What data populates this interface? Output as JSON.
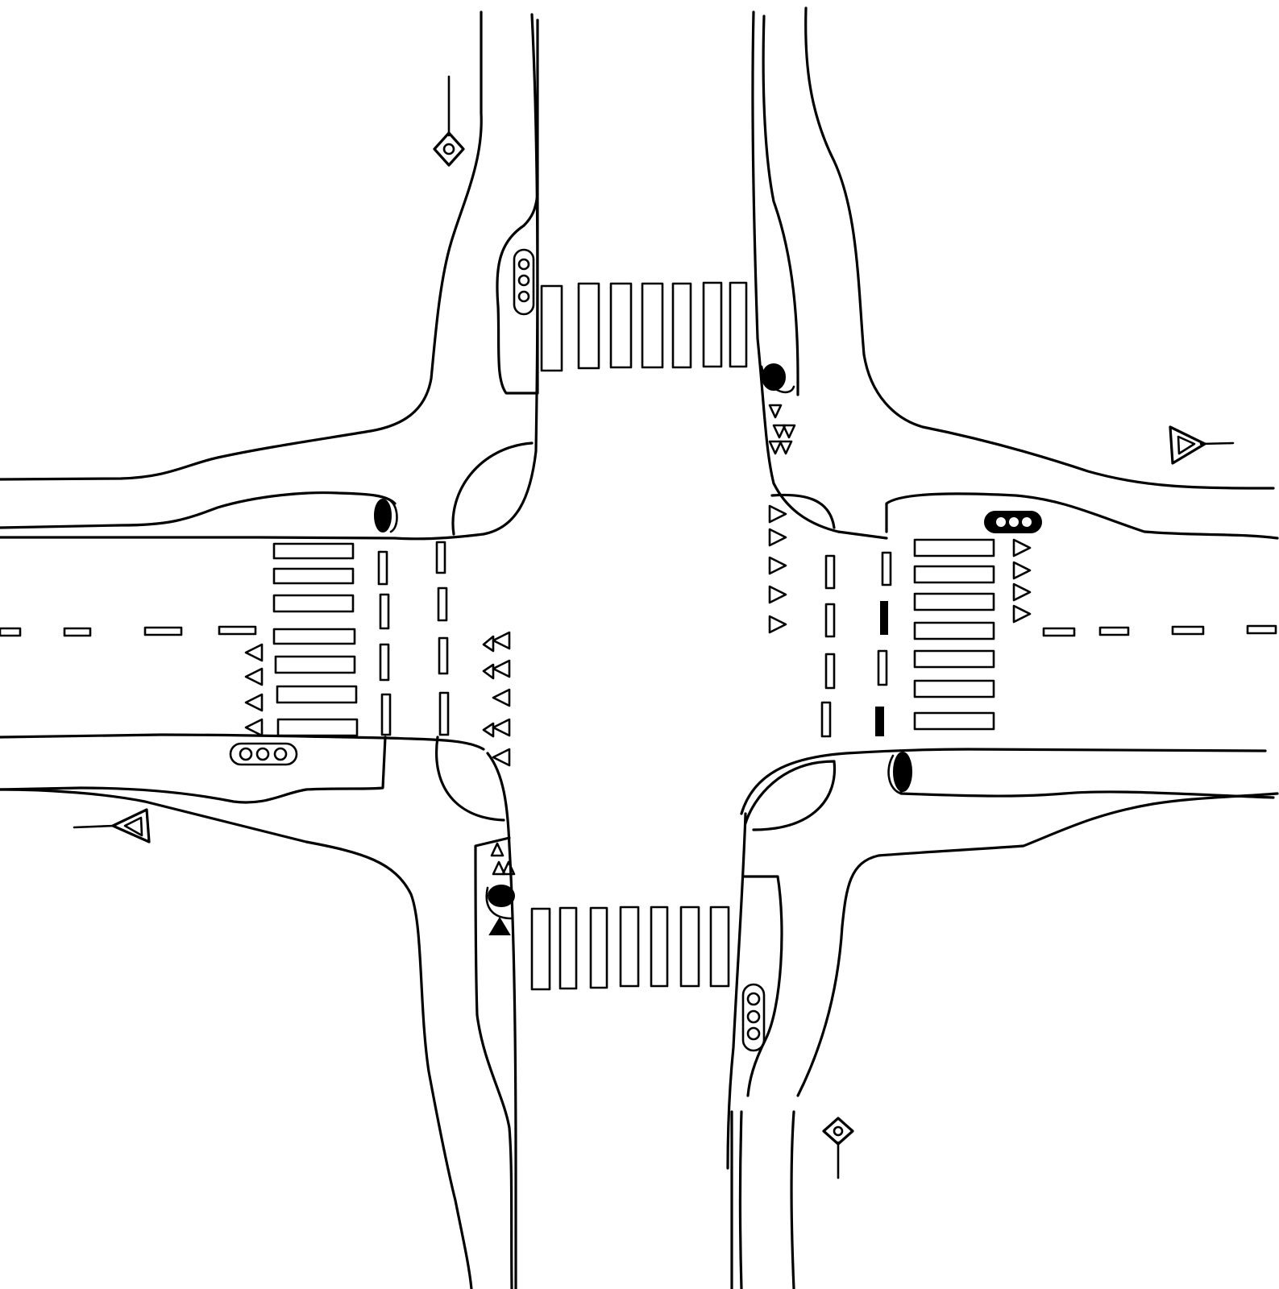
{
  "drawing": {
    "subject": "intersection-sketch",
    "line_color": "#000000",
    "background": "#ffffff",
    "crosswalks": 4,
    "traffic_lights": 4,
    "yield_signs": 2,
    "priority_signs": 2
  }
}
